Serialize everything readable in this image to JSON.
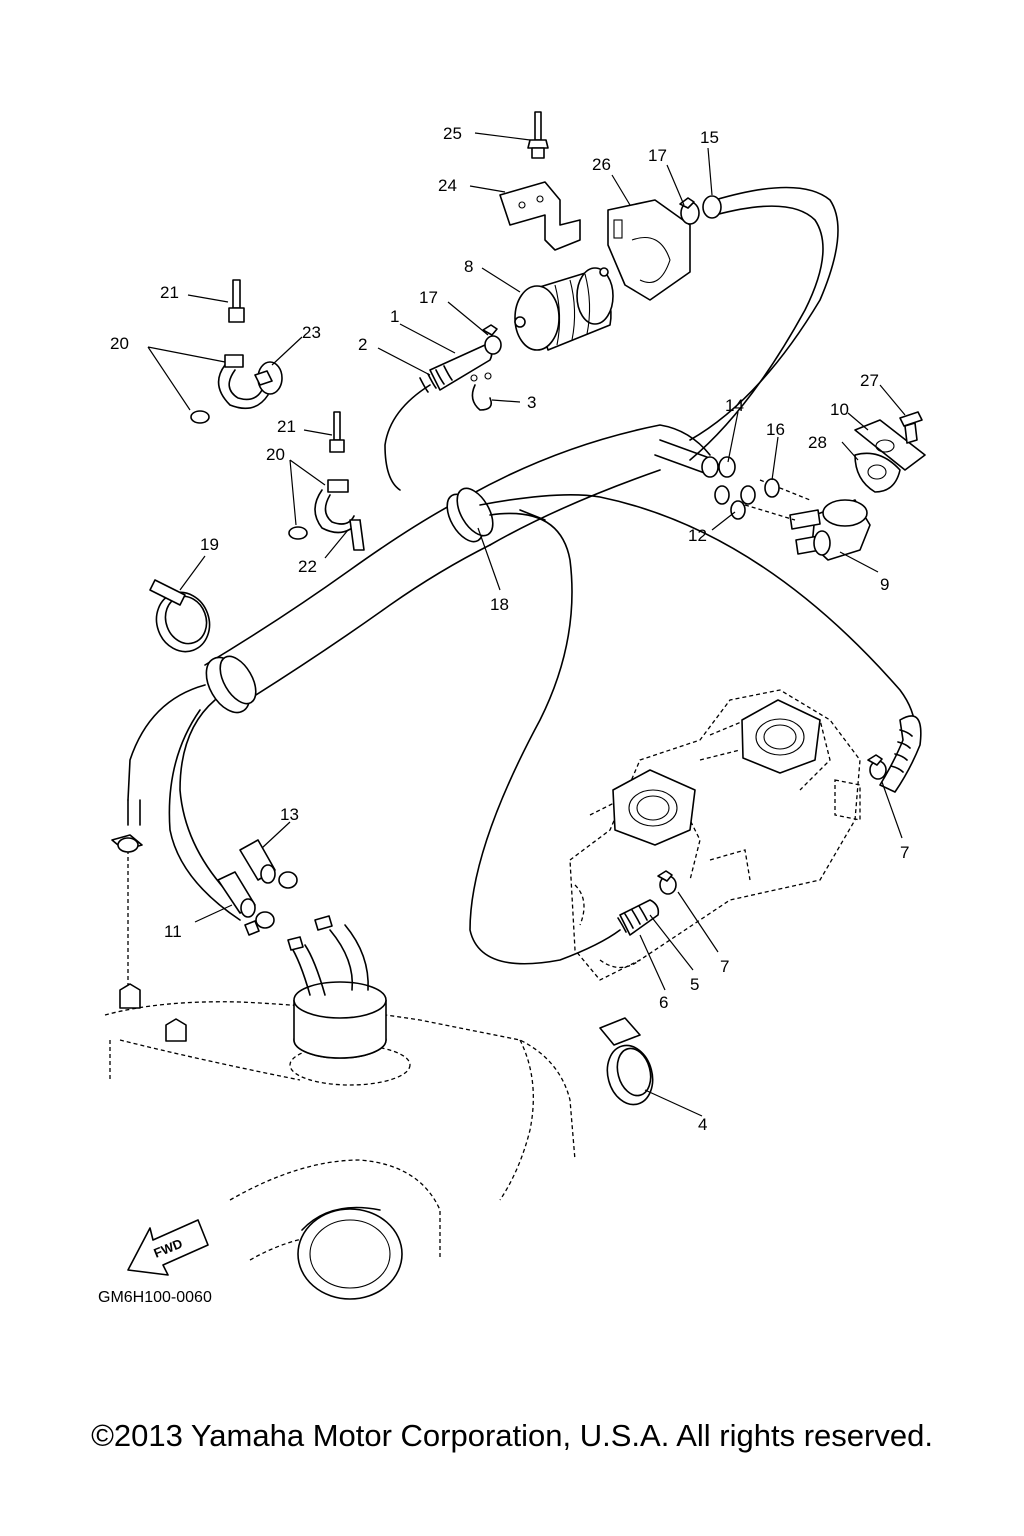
{
  "diagram": {
    "code": "GM6H100-0060",
    "fwd_label": "FWD",
    "callouts": [
      "1",
      "2",
      "3",
      "4",
      "5",
      "6",
      "7",
      "8",
      "9",
      "10",
      "11",
      "12",
      "13",
      "14",
      "15",
      "16",
      "17",
      "18",
      "19",
      "20",
      "21",
      "22",
      "23",
      "24",
      "25",
      "26",
      "27",
      "28"
    ]
  },
  "footer": {
    "copyright": "©2013 Yamaha Motor Corporation, U.S.A. All rights reserved."
  }
}
